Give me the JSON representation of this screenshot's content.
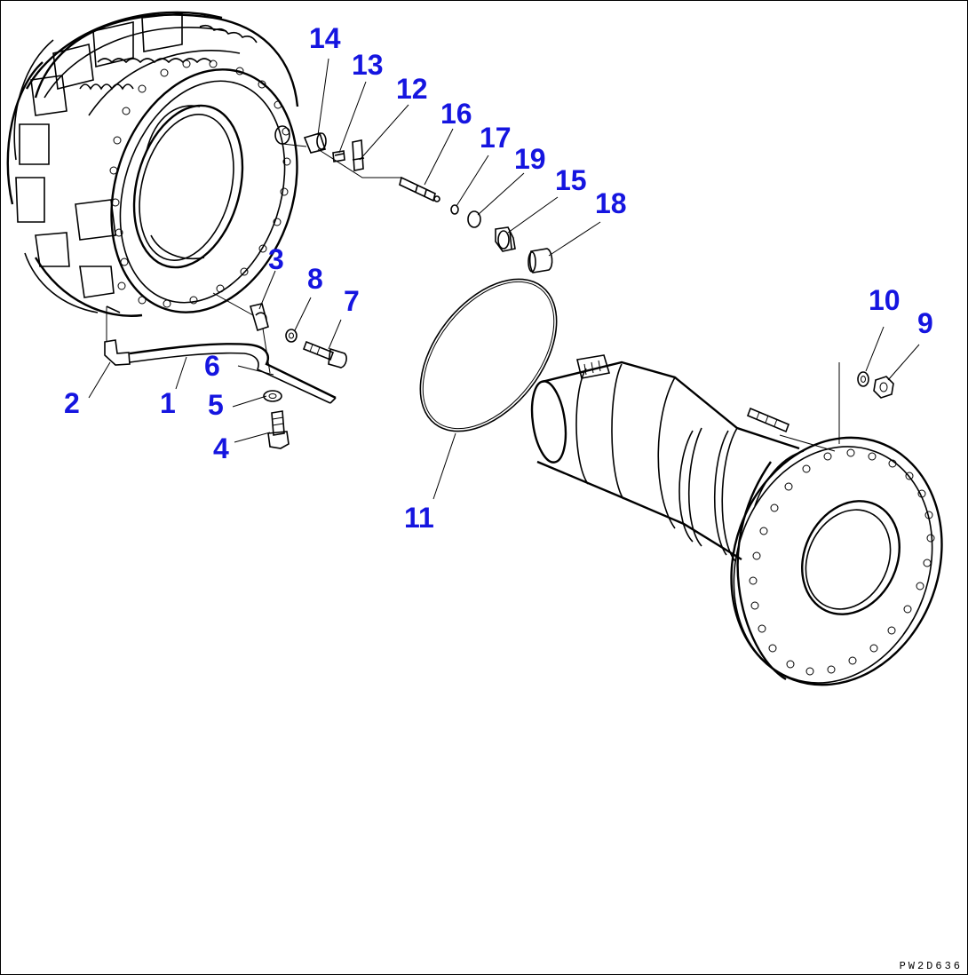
{
  "diagram": {
    "callouts": [
      {
        "id": "14",
        "label": "14"
      },
      {
        "id": "13",
        "label": "13"
      },
      {
        "id": "12",
        "label": "12"
      },
      {
        "id": "16",
        "label": "16"
      },
      {
        "id": "17",
        "label": "17"
      },
      {
        "id": "19",
        "label": "19"
      },
      {
        "id": "15",
        "label": "15"
      },
      {
        "id": "18",
        "label": "18"
      },
      {
        "id": "3",
        "label": "3"
      },
      {
        "id": "8",
        "label": "8"
      },
      {
        "id": "7",
        "label": "7"
      },
      {
        "id": "6",
        "label": "6"
      },
      {
        "id": "1",
        "label": "1"
      },
      {
        "id": "2",
        "label": "2"
      },
      {
        "id": "5",
        "label": "5"
      },
      {
        "id": "4",
        "label": "4"
      },
      {
        "id": "10",
        "label": "10"
      },
      {
        "id": "9",
        "label": "9"
      },
      {
        "id": "11",
        "label": "11"
      }
    ],
    "drawing_code": "PW2D636",
    "callout_color": "#1515e0",
    "line_color": "#000000"
  }
}
